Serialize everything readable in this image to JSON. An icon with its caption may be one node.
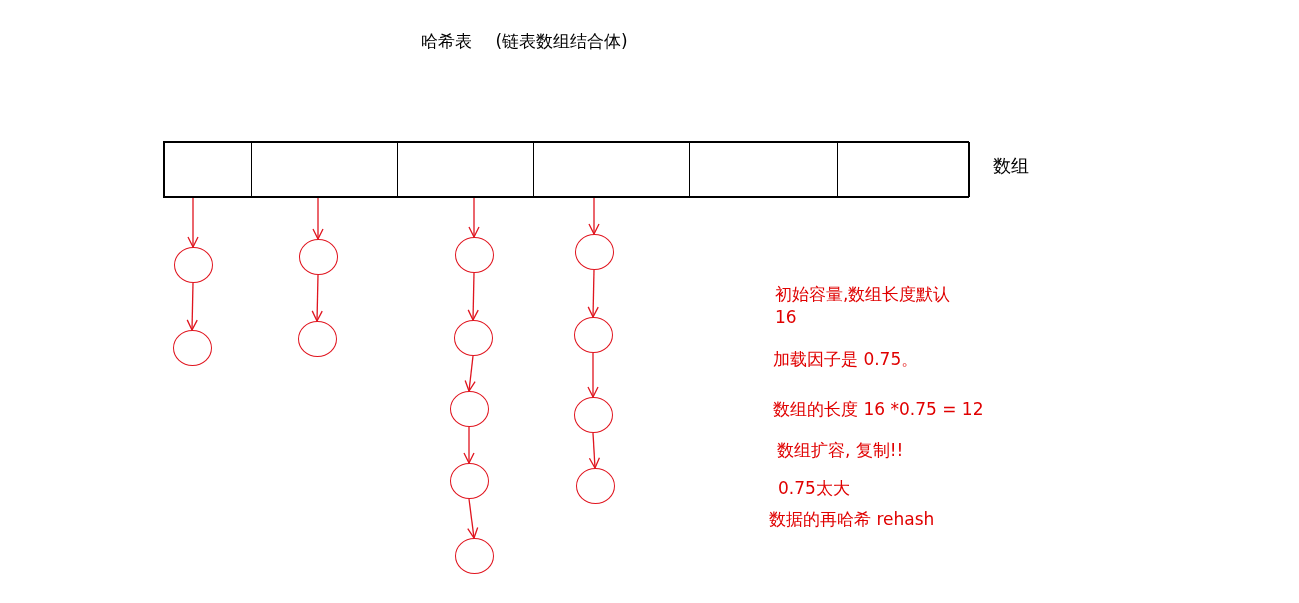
{
  "diagram": {
    "title": "哈希表 (链表数组结合体)",
    "nodes": [
      {
        "text": [
          "数组"
        ]
      },
      {
        "text": [],
        "shape": "box",
        "in": 0
      },
      {
        "text": [],
        "shape": "box",
        "in": 0
      },
      {
        "text": [],
        "shape": "box",
        "in": 0
      },
      {
        "text": [],
        "shape": "box",
        "in": 0
      },
      {
        "text": [],
        "shape": "box",
        "in": 0
      },
      {
        "text": [],
        "shape": "box",
        "in": 0
      },
      {
        "text": [],
        "shape": "circle"
      },
      {
        "text": [],
        "shape": "circle"
      },
      {
        "text": [],
        "shape": "circle"
      },
      {
        "text": [],
        "shape": "circle"
      },
      {
        "text": [],
        "shape": "circle"
      },
      {
        "text": [],
        "shape": "circle"
      },
      {
        "text": [],
        "shape": "circle"
      },
      {
        "text": [],
        "shape": "circle"
      },
      {
        "text": [],
        "shape": "circle"
      },
      {
        "text": [],
        "shape": "circle"
      },
      {
        "text": [],
        "shape": "circle"
      },
      {
        "text": [],
        "shape": "circle"
      },
      {
        "text": [],
        "shape": "circle"
      }
    ],
    "edges": [
      {
        "from": 1,
        "to": 7,
        "arrow": "to"
      },
      {
        "from": 7,
        "to": 8,
        "arrow": "to"
      },
      {
        "from": 2,
        "to": 9,
        "arrow": "to"
      },
      {
        "from": 9,
        "to": 10,
        "arrow": "to"
      },
      {
        "from": 3,
        "to": 11,
        "arrow": "to"
      },
      {
        "from": 11,
        "to": 12,
        "arrow": "to"
      },
      {
        "from": 12,
        "to": 13,
        "arrow": "to"
      },
      {
        "from": 13,
        "to": 14,
        "arrow": "to"
      },
      {
        "from": 14,
        "to": 15,
        "arrow": "to"
      },
      {
        "from": 4,
        "to": 16,
        "arrow": "to"
      },
      {
        "from": 16,
        "to": 17,
        "arrow": "to"
      },
      {
        "from": 17,
        "to": 18,
        "arrow": "to"
      },
      {
        "from": 18,
        "to": 19,
        "arrow": "to"
      }
    ],
    "labels": [
      "初始容量,数组长度默认16",
      "加载因子是 0.75。",
      "数组的长度 16 *0.75 = 12",
      "数组扩容, 复制!!",
      "0.75太大",
      "数据的再哈希 rehash"
    ]
  }
}
